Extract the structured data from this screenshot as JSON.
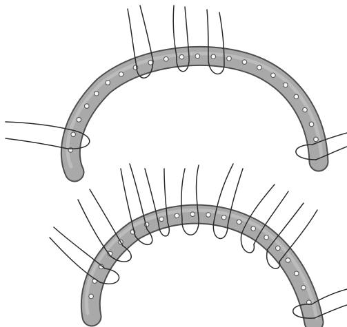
{
  "figure": {
    "description_text": "",
    "colors": {
      "band_fill": "#a9a9a9",
      "band_outline": "#4e4e4e",
      "band_shine": "#c4c4c4",
      "suture": "#2a2a2a",
      "hole": "#f7f7f7",
      "background": "#ffffff"
    },
    "upper_device": {
      "label": "",
      "hole_count": 22,
      "sutured_hole_pairs": 5
    },
    "lower_device": {
      "label": "",
      "hole_count": 20,
      "sutured_hole_pairs": 9
    }
  }
}
